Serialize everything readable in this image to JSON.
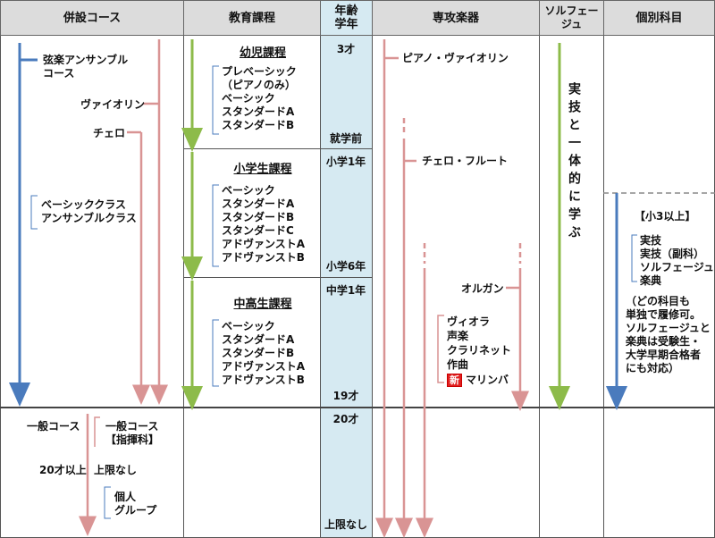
{
  "headers": {
    "col1": "併設コース",
    "col2": "教育課程",
    "col3": "年齢\n学年",
    "col4": "専攻楽器",
    "col5": "ソルフェー\nジュ",
    "col6": "個別科目"
  },
  "col1": {
    "strings_course": "弦楽アンサンブル\nコース",
    "violin": "ヴァイオリン",
    "cello": "チェロ",
    "basic_class": "ベーシッククラス\nアンサンブルクラス",
    "general_course": "一般コース",
    "general_conducting": "一般コース\n【指揮科】",
    "age_limit": "20才以上  上限なし",
    "individual_group": "個人\nグループ"
  },
  "col2": {
    "kids": {
      "title": "幼児課程",
      "items": "プレベーシック\n（ピアノのみ）\nベーシック\nスタンダードA\nスタンダードB"
    },
    "elem": {
      "title": "小学生課程",
      "items": "ベーシック\nスタンダードA\nスタンダードB\nスタンダードC\nアドヴァンストA\nアドヴァンストB"
    },
    "mid": {
      "title": "中高生課程",
      "items": "ベーシック\nスタンダードA\nスタンダードB\nアドヴァンストA\nアドヴァンストB"
    }
  },
  "col3": {
    "age3": "3才",
    "preschool": "就学前",
    "grade1": "小学1年",
    "grade6": "小学6年",
    "jh1": "中学1年",
    "age19": "19才",
    "age20": "20才",
    "nolimit": "上限なし"
  },
  "col4": {
    "piano_violin": "ピアノ・ヴァイオリン",
    "cello_flute": "チェロ・フルート",
    "organ": "オルガン",
    "others": "ヴィオラ\n声楽\nクラリネット\n作曲",
    "new_badge": "新",
    "marimba": "マリンバ"
  },
  "col5": {
    "vertical": "実技と一体的に学ぶ"
  },
  "col6": {
    "grade3": "【小3以上】",
    "subjects": "実技\n実技（副科）\nソルフェージュ\n楽典",
    "note": "（どの科目も\n単独で履修可。\nソルフェージュと\n楽典は受験生・\n大学早期合格者\nにも対応）"
  },
  "colors": {
    "blue": "#4a7bbd",
    "pink": "#d99494",
    "green": "#8dbb4a",
    "bracket": "#4a7bbd"
  }
}
